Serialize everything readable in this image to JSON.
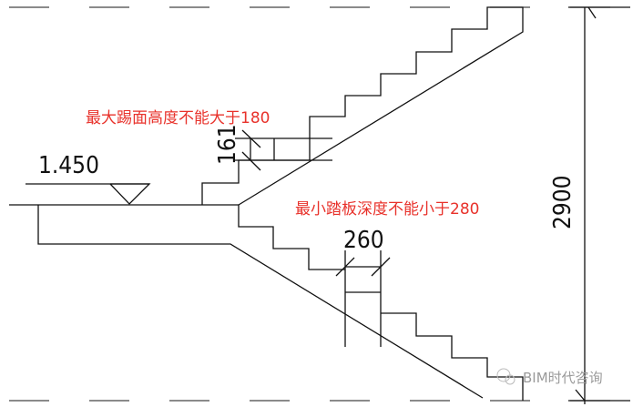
{
  "elevation_label": "1.450",
  "riser_dim": "161",
  "tread_dim": "260",
  "height_dim": "2900",
  "note_riser": "最大踢面高度不能大于180",
  "note_tread": "最小踏板深度不能小于280",
  "watermark": "BIM时代咨询",
  "colors": {
    "note": "#e8322b",
    "line": "#111111"
  }
}
